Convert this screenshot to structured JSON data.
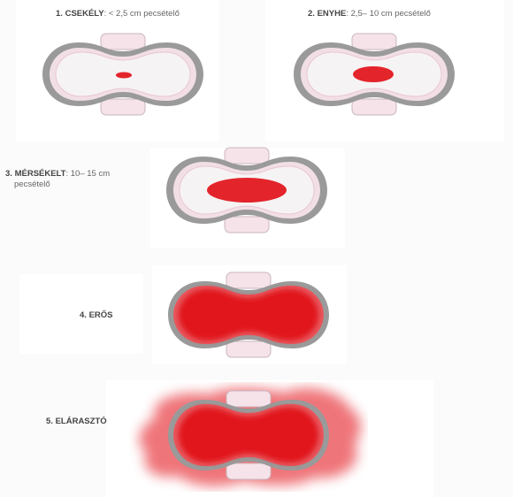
{
  "levels": [
    {
      "number": "1.",
      "name": "CSEKÉLY",
      "desc": "< 2,5 cm pecsételő"
    },
    {
      "number": "2.",
      "name": "ENYHE",
      "desc": "2,5– 10 cm pecsételő"
    },
    {
      "number": "3.",
      "name": "MÉRSÉKELT",
      "desc": "10– 15 cm",
      "desc2": "pecsételő"
    },
    {
      "number": "4.",
      "name": "ERŐS",
      "desc": ""
    },
    {
      "number": "5.",
      "name": "ELÁRASZTÓ",
      "desc": ""
    }
  ],
  "colors": {
    "blood": "#e3242b",
    "pad_edge": "#9a9a9a",
    "pad_inner": "#f7f4f5",
    "wing": "#f6e3ea",
    "wing_edge": "#c9b6bd",
    "label_text": "#666666",
    "background": "#ffffff"
  }
}
